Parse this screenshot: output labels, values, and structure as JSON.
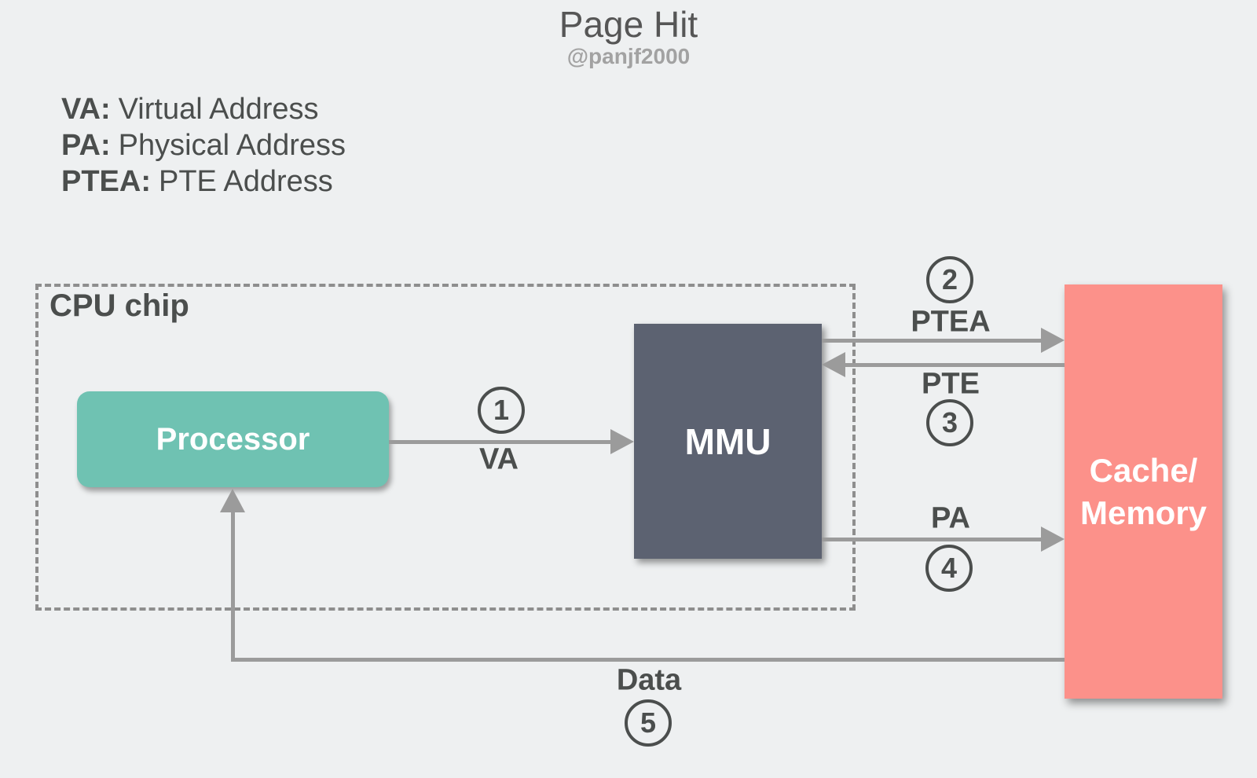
{
  "title": "Page Hit",
  "subtitle": "@panjf2000",
  "legend": {
    "items": [
      {
        "term": "VA:",
        "definition": "Virtual Address"
      },
      {
        "term": "PA:",
        "definition": "Physical Address"
      },
      {
        "term": "PTEA:",
        "definition": "PTE Address"
      }
    ]
  },
  "diagram": {
    "cpu_chip_label": "CPU chip",
    "nodes": {
      "processor": {
        "label": "Processor"
      },
      "mmu": {
        "label": "MMU"
      },
      "cache": {
        "line1": "Cache/",
        "line2": "Memory"
      }
    },
    "steps": [
      {
        "number": "1",
        "label": "VA",
        "from": "Processor",
        "to": "MMU"
      },
      {
        "number": "2",
        "label": "PTEA",
        "from": "MMU",
        "to": "Cache/Memory"
      },
      {
        "number": "3",
        "label": "PTE",
        "from": "Cache/Memory",
        "to": "MMU"
      },
      {
        "number": "4",
        "label": "PA",
        "from": "MMU",
        "to": "Cache/Memory"
      },
      {
        "number": "5",
        "label": "Data",
        "from": "Cache/Memory",
        "to": "Processor"
      }
    ]
  },
  "colors": {
    "background": "#eef0f1",
    "processor_fill": "#6fc2b2",
    "mmu_fill": "#5c6271",
    "cache_fill": "#fc918a",
    "arrow": "#9b9b9b",
    "dashed_border": "#8e8e8e",
    "text_dark": "#4b4e4d",
    "title_text": "#565656",
    "subtitle_text": "#a2a2a2"
  }
}
